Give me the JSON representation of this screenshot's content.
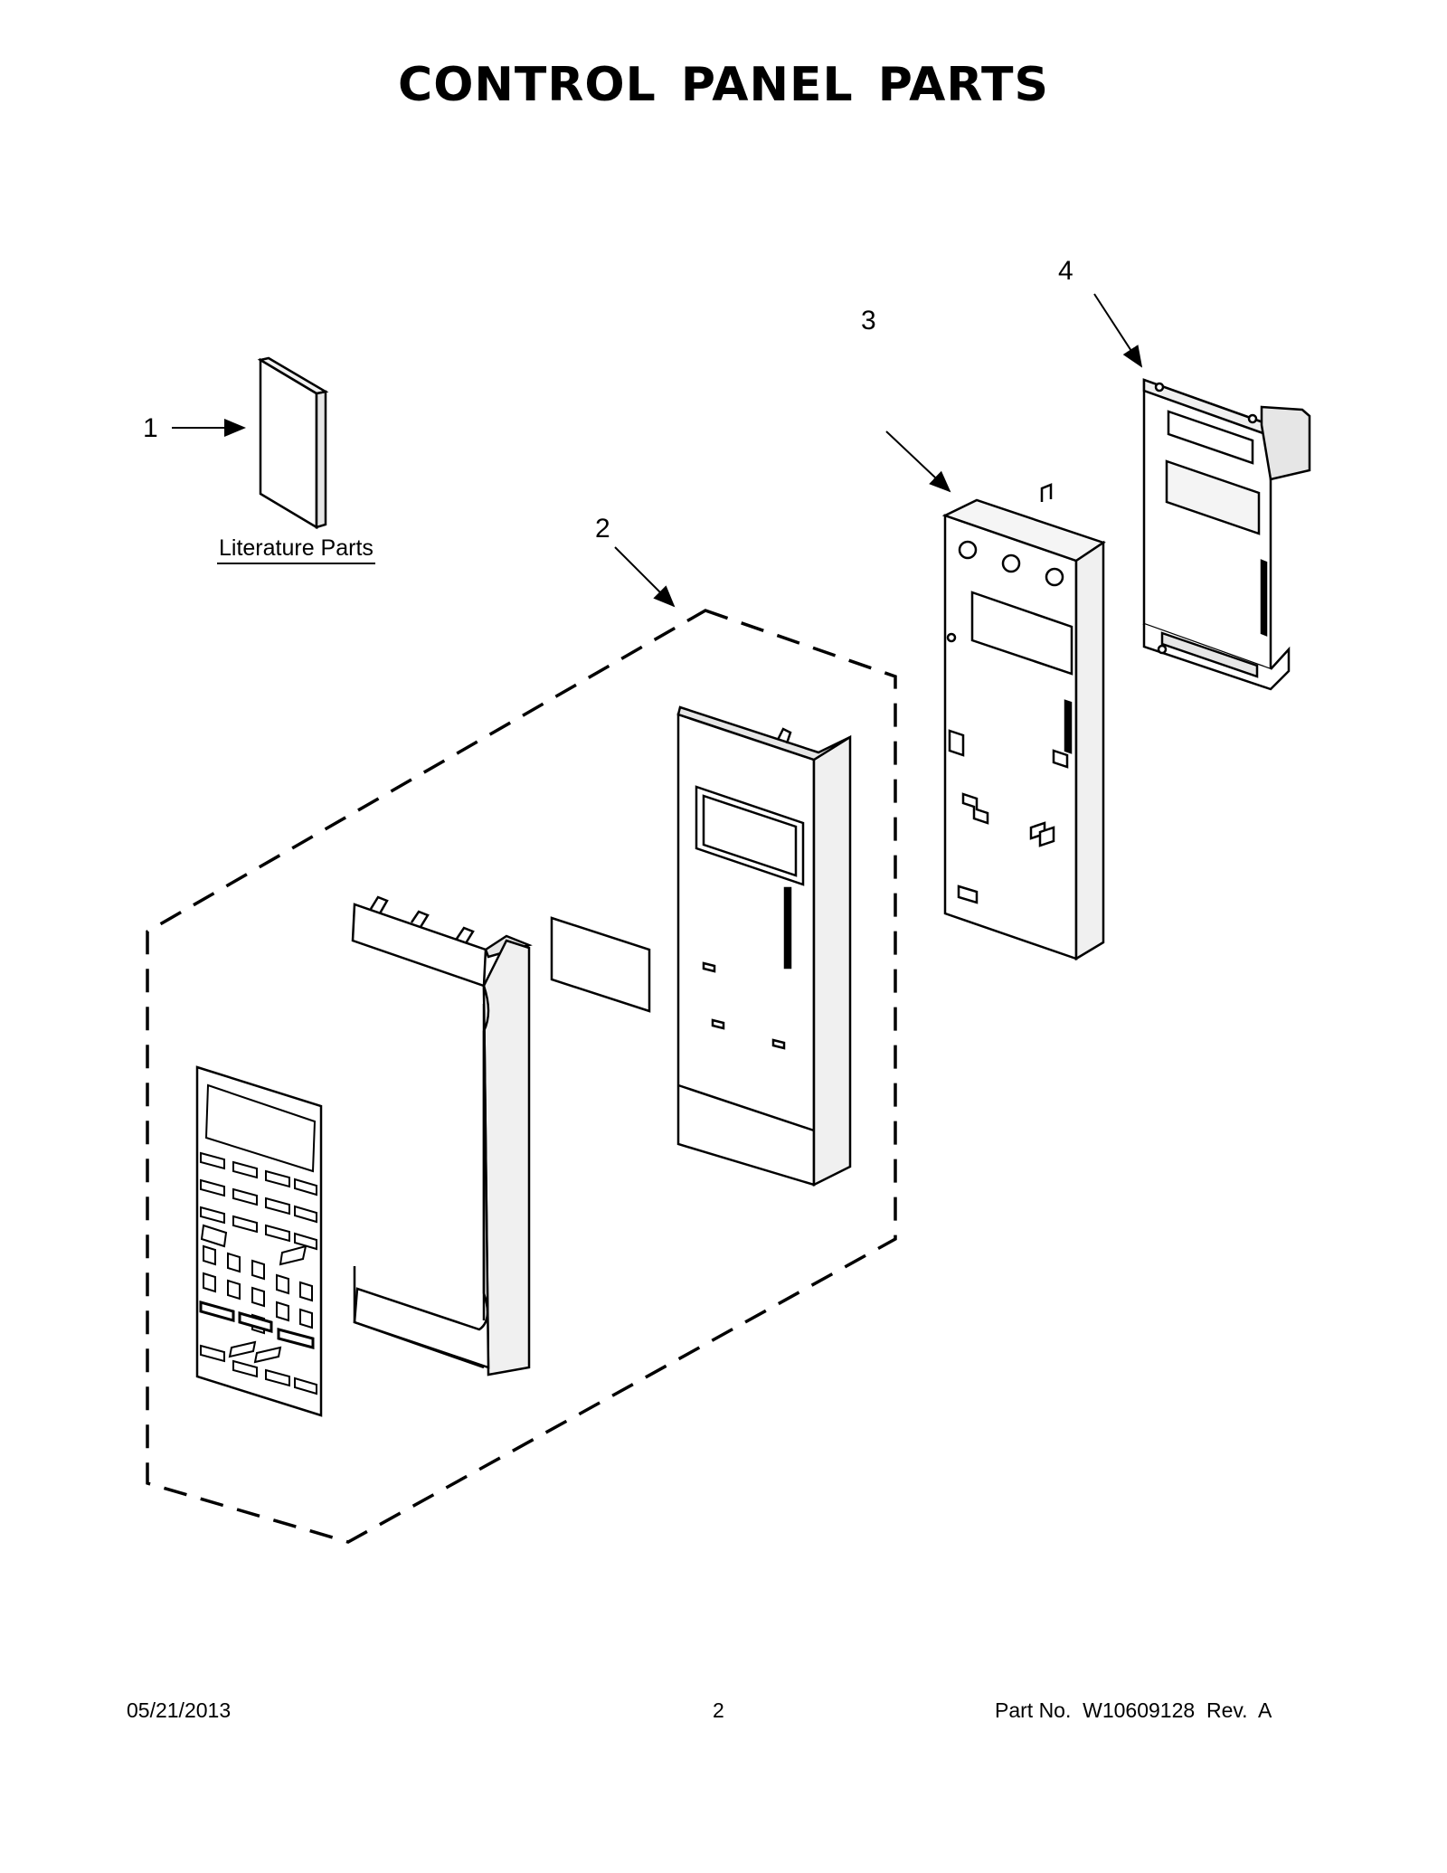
{
  "title": "CONTROL PANEL PARTS",
  "callouts": {
    "one": "1",
    "two": "2",
    "three": "3",
    "four": "4"
  },
  "literature_label": "Literature Parts",
  "footer": {
    "date": "05/21/2013",
    "page": "2",
    "part_no": "Part No.  W10609128  Rev.  A"
  },
  "colors": {
    "line": "#000000",
    "background": "#ffffff",
    "shade": "#e6e6e6"
  }
}
